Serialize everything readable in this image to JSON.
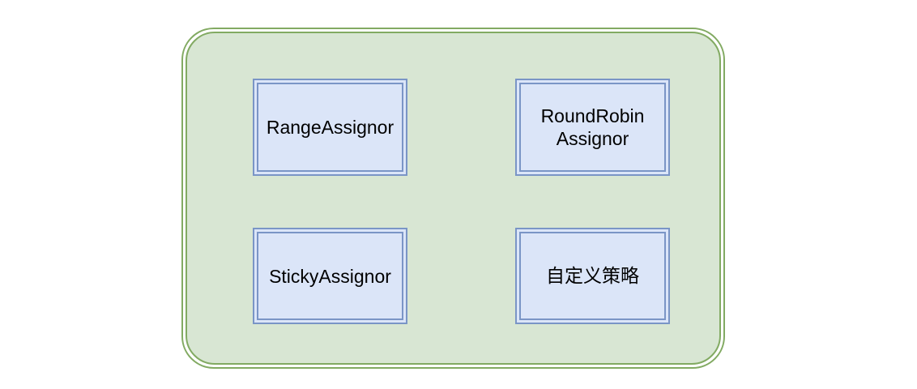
{
  "diagram": {
    "type": "grouped-box-diagram",
    "background_color": "#ffffff",
    "group": {
      "name": "partition-assignor-group",
      "label": "",
      "fill_color": "#d8e6d3",
      "border_color": "#82aa62",
      "border_style": "double",
      "corner_radius": 40
    },
    "node_style": {
      "fill_color": "#dbe5f8",
      "border_color": "#7a95c6",
      "border_style": "double",
      "text_color": "#000000"
    },
    "nodes": [
      {
        "id": "range-assignor",
        "label": "RangeAssignor",
        "row": 1,
        "column": 1
      },
      {
        "id": "roundrobin-assignor",
        "label": "RoundRobin\nAssignor",
        "row": 1,
        "column": 2
      },
      {
        "id": "sticky-assignor",
        "label": "StickyAssignor",
        "row": 2,
        "column": 1
      },
      {
        "id": "custom-strategy",
        "label": "自定义策略",
        "row": 2,
        "column": 2
      }
    ]
  }
}
